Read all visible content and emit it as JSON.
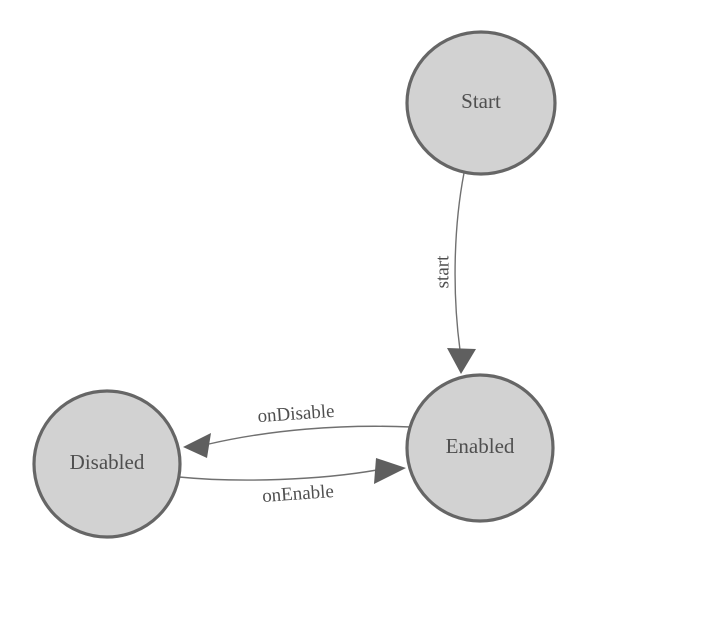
{
  "diagram": {
    "type": "state-machine",
    "background_color": "#ffffff",
    "colors": {
      "node_fill": "#d2d2d2",
      "node_stroke": "#666666",
      "edge_stroke": "#707070",
      "arrow_fill": "#5f5f5f",
      "label_text": "#4f4f4f"
    },
    "nodes": [
      {
        "id": "start",
        "label": "Start"
      },
      {
        "id": "enabled",
        "label": "Enabled"
      },
      {
        "id": "disabled",
        "label": "Disabled"
      }
    ],
    "edges": [
      {
        "from": "Start",
        "to": "Enabled",
        "label": "start"
      },
      {
        "from": "Enabled",
        "to": "Disabled",
        "label": "onDisable"
      },
      {
        "from": "Disabled",
        "to": "Enabled",
        "label": "onEnable"
      }
    ]
  }
}
